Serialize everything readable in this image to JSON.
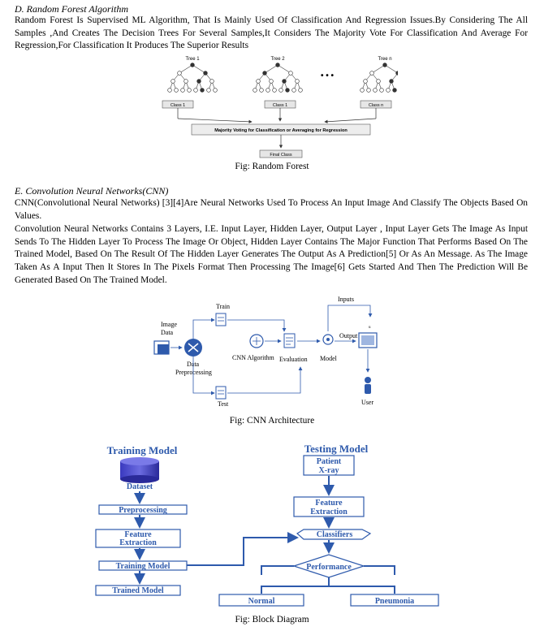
{
  "sections": {
    "rf": {
      "heading": "D.   Random Forest Algorithm",
      "body": "Random Forest Is Supervised ML Algorithm, That Is Mainly Used Of Classification And Regression Issues.By Considering The All Samples ,And Creates The Decision Trees For Several Samples,It Considers The Majority Vote For Classification And Average For Regression,For Classification It Produces The Superior Results"
    },
    "cnn": {
      "heading": "E.   Convolution Neural Networks(CNN)",
      "body1": "CNN(Convolutional Neural Networks) [3][4]Are Neural Networks Used To Process An Input Image And Classify The Objects Based On Values.",
      "body2": "Convolution Neural Networks Contains 3 Layers, I.E. Input Layer, Hidden Layer, Output Layer , Input Layer Gets The Image As Input Sends To The Hidden Layer To Process The Image Or Object, Hidden Layer Contains The Major Function That Performs Based On The Trained Model, Based On The Result Of The Hidden Layer Generates The Output As A Prediction[5] Or As An Message. As The Image Taken As A Input Then It Stores In The Pixels Format Then Processing The Image[6] Gets Started And Then The Prediction Will Be Generated Based On The Trained Model."
    }
  },
  "fig_rf": {
    "caption": "Fig: Random Forest",
    "trees": [
      "Tree 1",
      "Tree 2",
      "Tree n"
    ],
    "ellipsis": "• • •",
    "classes": [
      "Class 1",
      "Class 1",
      "Class n"
    ],
    "voting": "Majority Voting for Classification or Averaging for Regression",
    "final": "Final Class"
  },
  "fig_cnn": {
    "caption": "Fig: CNN Architecture",
    "image_data_1": "Image",
    "image_data_2": "Data",
    "train": "Train",
    "data_pre_1": "Data",
    "data_pre_2": "Preprocessing",
    "cnn_algo": "CNN Algorithm",
    "evaluation": "Evaluation",
    "model": "Model",
    "inputs": "Inputs",
    "output": "Output",
    "test": "Test",
    "user": "User",
    "tiny_u": "u"
  },
  "fig_block": {
    "caption": "Fig: Block Diagram",
    "training_title": "Training Model",
    "testing_title": "Testing Model",
    "dataset": "Dataset",
    "preprocessing": "Preprocessing",
    "feature_l1": "Feature",
    "feature_l2": "Extraction",
    "training_model": "Training Model",
    "trained_model": "Trained Model",
    "patient_l1": "Patient",
    "patient_l2": "X-ray",
    "classifiers": "Classifiers",
    "performance": "Performance",
    "normal": "Normal",
    "pneumonia": "Pneumonia",
    "colors": {
      "blue": "#2E5AAC",
      "dark_blue": "#1F3F8F"
    }
  }
}
